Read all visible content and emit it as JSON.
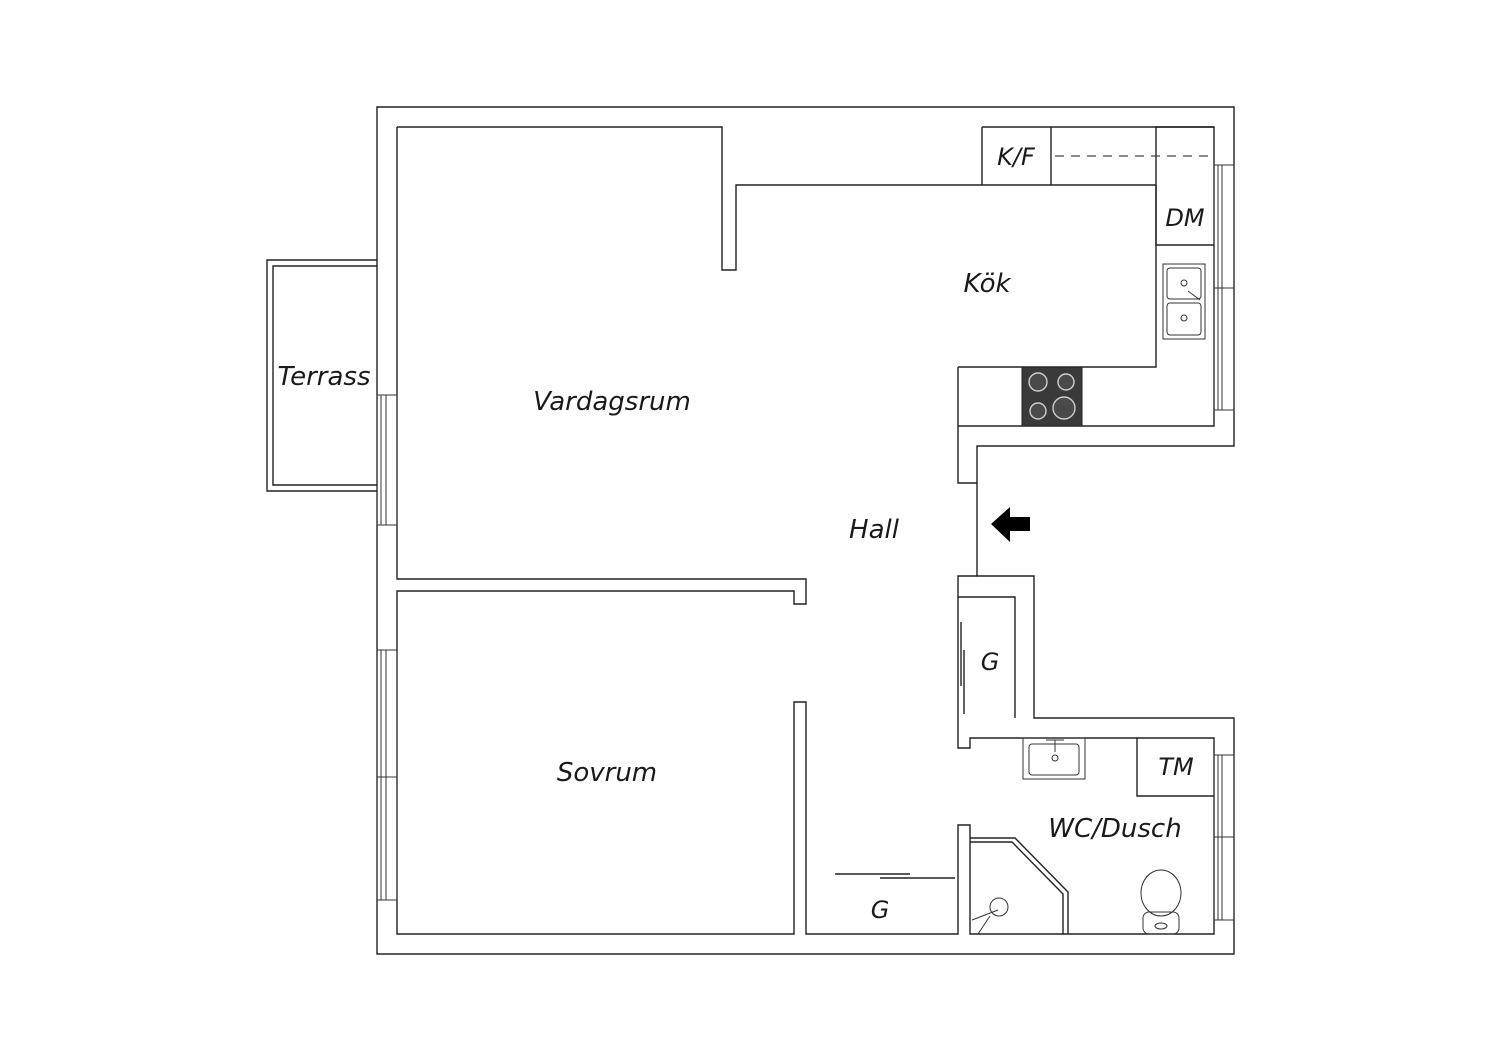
{
  "rooms": {
    "terrace": "Terrass",
    "living": "Vardagsrum",
    "kitchen": "Kök",
    "hall": "Hall",
    "bedroom": "Sovrum",
    "bathroom": "WC/Dusch"
  },
  "fixtures": {
    "fridge_freezer": "K/F",
    "dishwasher": "DM",
    "wardrobe": "G",
    "wardrobe_hall": "G",
    "washing_machine": "TM"
  },
  "entrance": {
    "icon": "entrance-arrow-icon"
  }
}
